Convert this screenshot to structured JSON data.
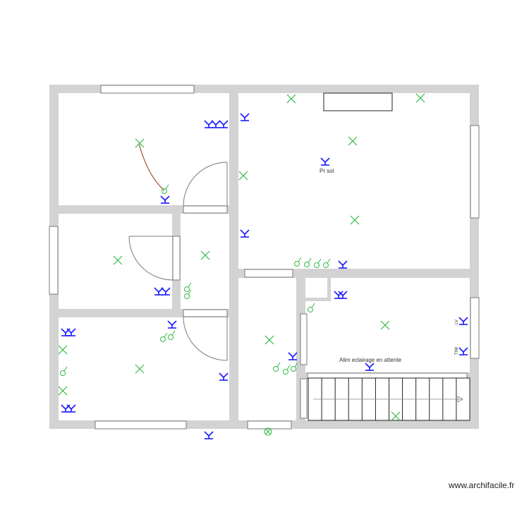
{
  "labels": {
    "floor_socket": "Pr sol",
    "lighting_pending": "Alim eclairage en attente",
    "vmc_1": "LV",
    "vmc_2": "TIW"
  },
  "watermark": "www.archifacile.fr",
  "colors": {
    "wall": "#d3d3d3",
    "outlet": "#1a1aff",
    "light": "#33bb44",
    "wire": "#a0522d",
    "stair_line": "#222222"
  },
  "symbols": {
    "outlet_icon": "blue-socket-outlet",
    "light_icon": "green-ceiling-light-cross",
    "switch_icon": "green-wall-switch"
  }
}
